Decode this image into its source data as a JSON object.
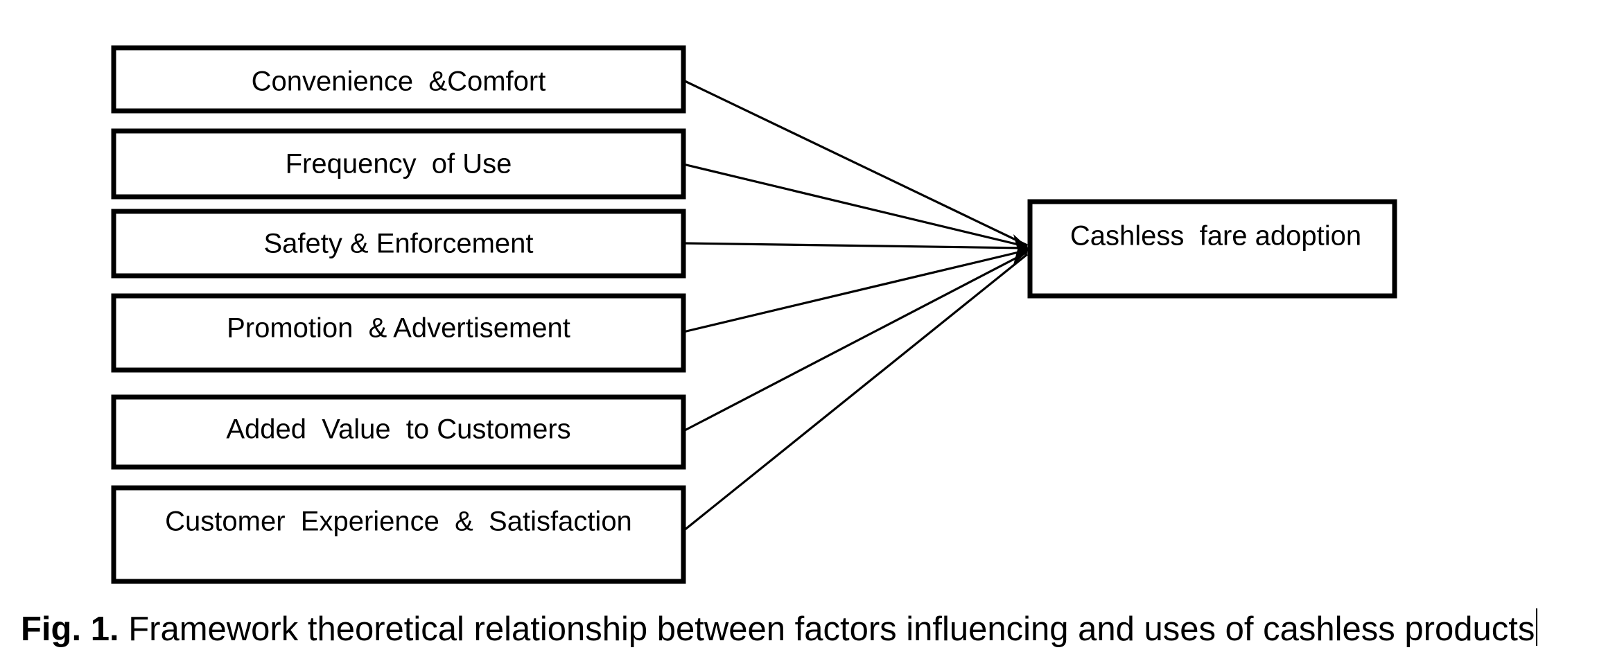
{
  "diagram": {
    "factors": [
      {
        "label": "Convenience  &Comfort"
      },
      {
        "label": "Frequency  of Use"
      },
      {
        "label": "Safety & Enforcement"
      },
      {
        "label": "Promotion  & Advertisement"
      },
      {
        "label": "Added  Value  to Customers"
      },
      {
        "label": "Customer  Experience  &  Satisfaction"
      }
    ],
    "outcome": {
      "label": "Cashless  fare adoption"
    }
  },
  "caption": {
    "prefix": "Fig. 1.",
    "text": " Framework theoretical relationship between factors influencing and uses of cashless products"
  },
  "colors": {
    "stroke": "#000000",
    "background": "#ffffff"
  }
}
